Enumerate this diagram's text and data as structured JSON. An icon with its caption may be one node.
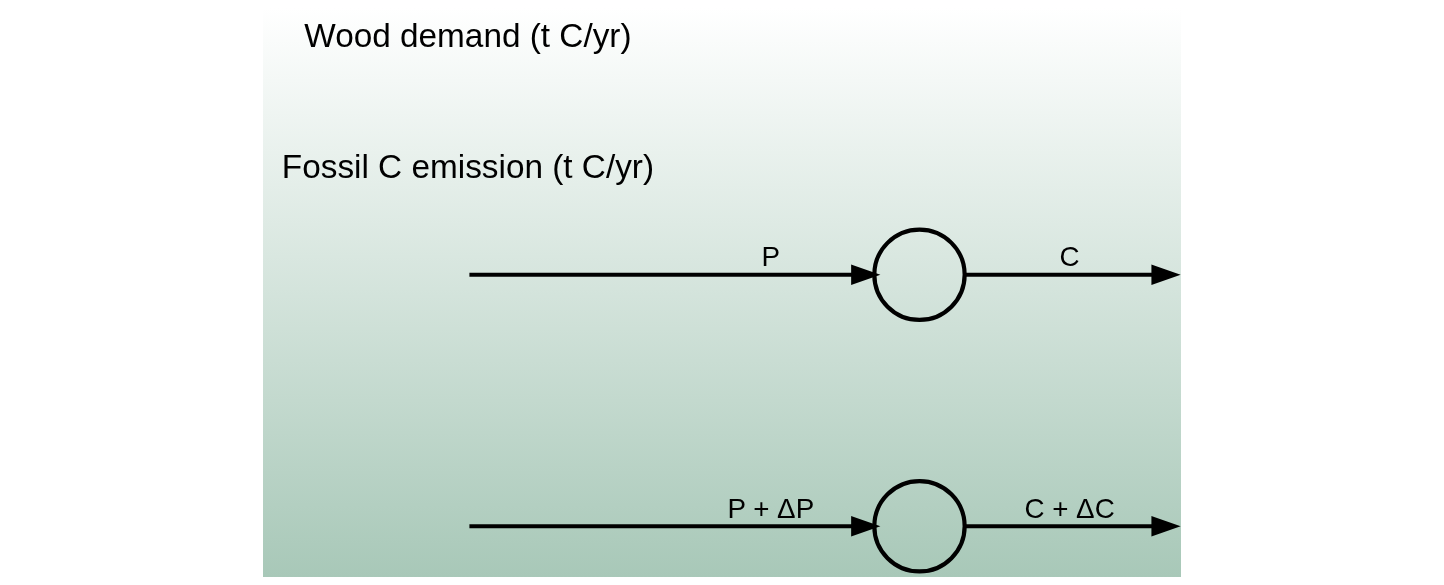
{
  "diagram": {
    "nodes": [
      {
        "text": [],
        "shape": "circle"
      },
      {
        "text": [],
        "shape": "circle"
      }
    ],
    "edges": [
      {
        "from": null,
        "to": 0,
        "arrow": "to",
        "label": "P"
      },
      {
        "from": 0,
        "to": null,
        "arrow": "to",
        "label": "C"
      },
      {
        "from": null,
        "to": 1,
        "arrow": "to",
        "label": "P + ΔP"
      },
      {
        "from": 1,
        "to": null,
        "arrow": "to",
        "label": "C + ΔC"
      }
    ],
    "labels": [
      "Fossil C emission (t C/yr)",
      "Wood demand (t C/yr)"
    ]
  }
}
